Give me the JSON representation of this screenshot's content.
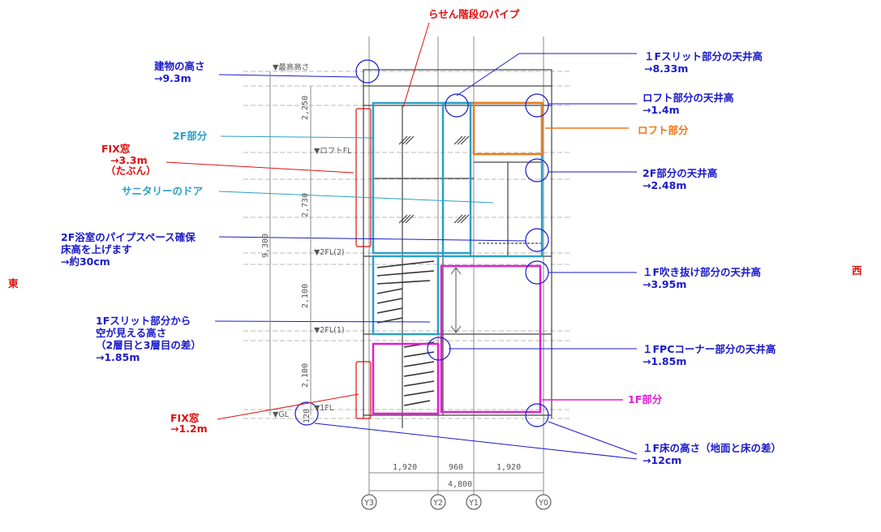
{
  "labels": {
    "pipe_title": "らせん階段のパイプ",
    "building_height_1": "建物の高さ",
    "building_height_2": "→9.3m",
    "floor2": "2F部分",
    "fix_upper_1": "FIX窓",
    "fix_upper_2": "→3.3m",
    "fix_upper_3": "（たぶん）",
    "sanitary_door": "サニタリーのドア",
    "bath_1": "2F浴室のパイプスペース確保",
    "bath_2": "床高を上げます",
    "bath_3": "→約30cm",
    "slit_sky_1": "1Fスリット部分から",
    "slit_sky_2": "空が見える高さ",
    "slit_sky_3": "（2層目と3層目の差）",
    "slit_sky_4": "→1.85m",
    "fix_lower_1": "FIX窓",
    "fix_lower_2": "→1.2m",
    "slit_ceiling_1": "１Fスリット部分の天井高",
    "slit_ceiling_2": "→8.33m",
    "loft_ceiling_1": "ロフト部分の天井高",
    "loft_ceiling_2": "→1.4m",
    "loft_part": "ロフト部分",
    "f2_ceiling_1": "2F部分の天井高",
    "f2_ceiling_2": "→2.48m",
    "void_ceiling_1": "１F吹き抜け部分の天井高",
    "void_ceiling_2": "→3.95m",
    "fpc_ceiling_1": "１FPCコーナー部分の天井高",
    "fpc_ceiling_2": "→1.85m",
    "floor1": "1F部分",
    "floor_height_1": "１F床の高さ（地面と床の差）",
    "floor_height_2": "→12cm",
    "east": "東",
    "west": "西"
  },
  "drawing": {
    "levels": {
      "top": "▼最高高さ",
      "loft": "▼ロフトFL",
      "fl2_upper": "▼2FL(2)",
      "fl2_lower": "▼2FL(1)",
      "fl1": "▼1FL",
      "gl": "▼GL"
    },
    "vertical_dims": [
      "2,250",
      "2,730",
      "2,100",
      "2,100",
      "120"
    ],
    "total_height": "9,300",
    "horizontal_dims": [
      "1,920",
      "960",
      "1,920"
    ],
    "total_width": "4,800",
    "grid_axes": [
      "Y3",
      "Y2",
      "Y1",
      "Y0"
    ]
  },
  "colors": {
    "blue": "#1a1acc",
    "red": "#e01010",
    "cyan": "#2aa0c8",
    "orange": "#f07818",
    "magenta": "#e020d0",
    "line": "#444444"
  }
}
